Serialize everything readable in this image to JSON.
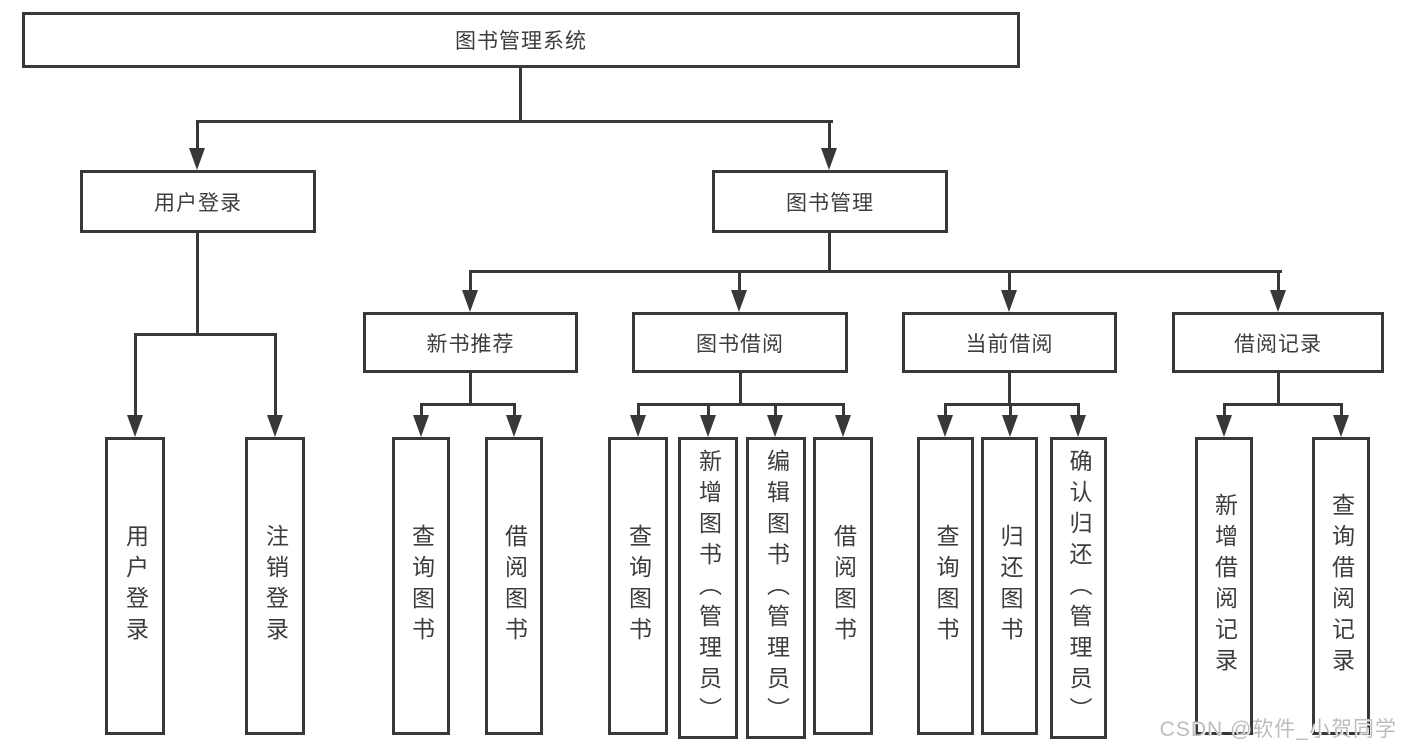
{
  "colors": {
    "line": "#383838",
    "text": "#3d3d3d",
    "background": "#ffffff",
    "watermark": "#bdbdbd"
  },
  "diagram_type": "hierarchy-tree",
  "tree": {
    "root": {
      "label": "图书管理系统"
    },
    "branches": [
      {
        "label": "用户登录",
        "children": [
          {
            "label": "用户登录"
          },
          {
            "label": "注销登录"
          }
        ]
      },
      {
        "label": "图书管理",
        "children": [
          {
            "label": "新书推荐",
            "children": [
              {
                "label": "查询图书"
              },
              {
                "label": "借阅图书"
              }
            ]
          },
          {
            "label": "图书借阅",
            "children": [
              {
                "label": "查询图书"
              },
              {
                "label": "新增图书（管理员）"
              },
              {
                "label": "编辑图书（管理员）"
              },
              {
                "label": "借阅图书"
              }
            ]
          },
          {
            "label": "当前借阅",
            "children": [
              {
                "label": "查询图书"
              },
              {
                "label": "归还图书"
              },
              {
                "label": "确认归还（管理员）"
              }
            ]
          },
          {
            "label": "借阅记录",
            "children": [
              {
                "label": "新增借阅记录"
              },
              {
                "label": "查询借阅记录"
              }
            ]
          }
        ]
      }
    ]
  },
  "watermark": {
    "text": "CSDN @软件_小贺同学"
  }
}
